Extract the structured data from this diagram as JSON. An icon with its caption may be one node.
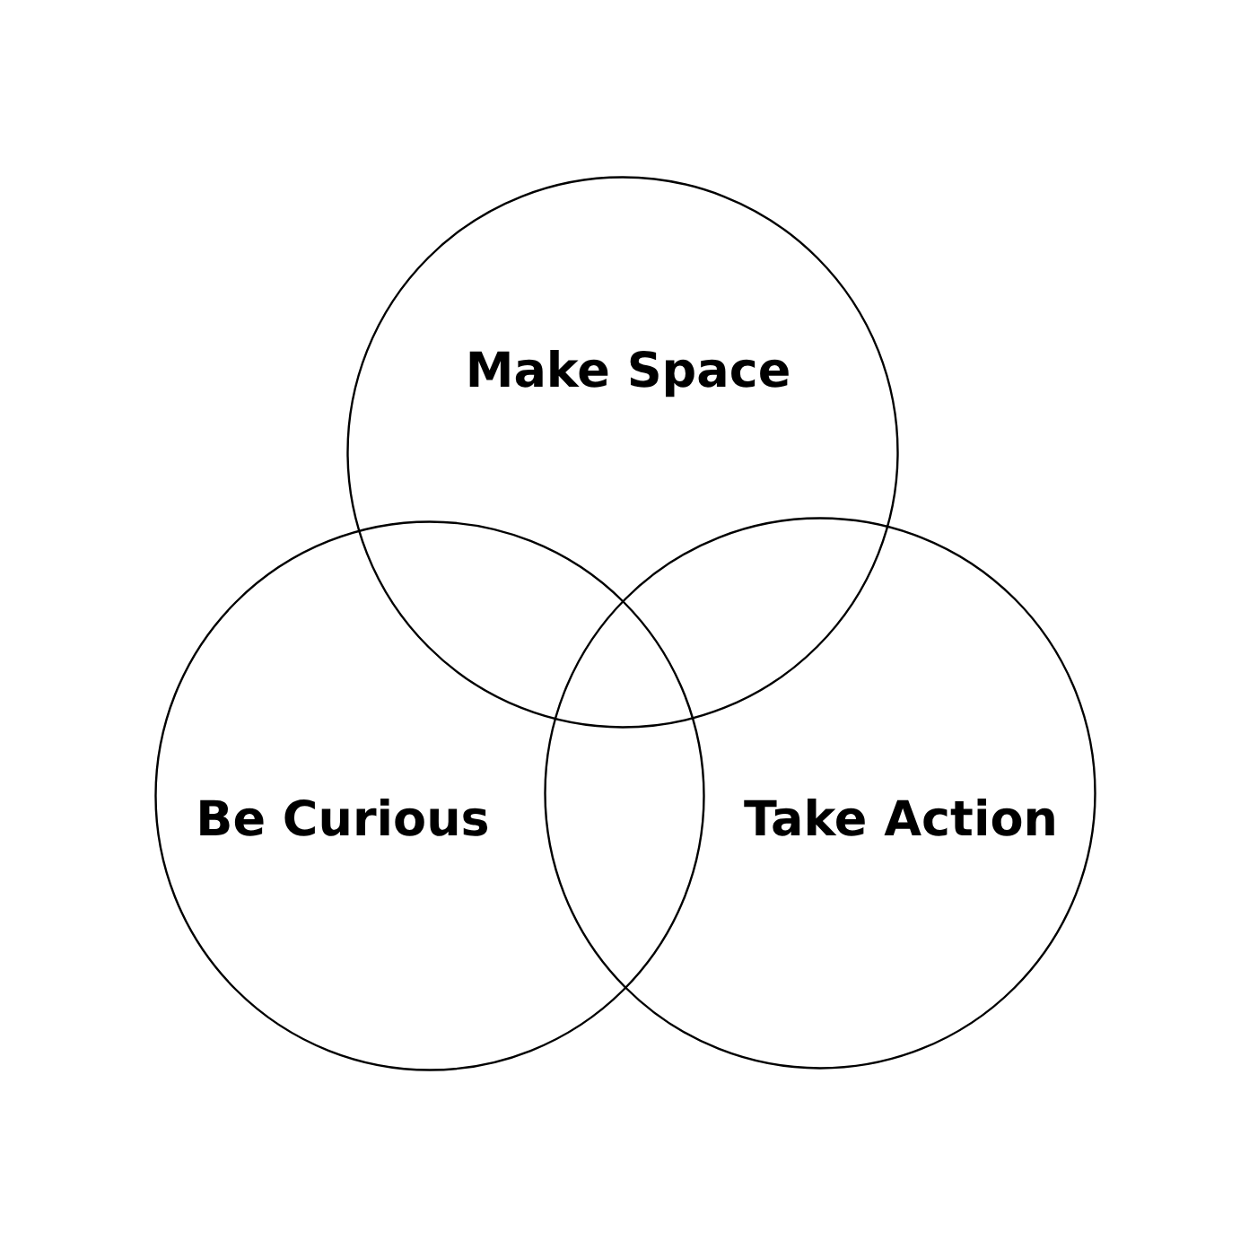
{
  "diagram": {
    "nodes": [
      {
        "text": [
          "Make Space"
        ]
      },
      {
        "text": [
          "Be Curious"
        ]
      },
      {
        "text": [
          "Take Action"
        ]
      }
    ],
    "edges": []
  }
}
